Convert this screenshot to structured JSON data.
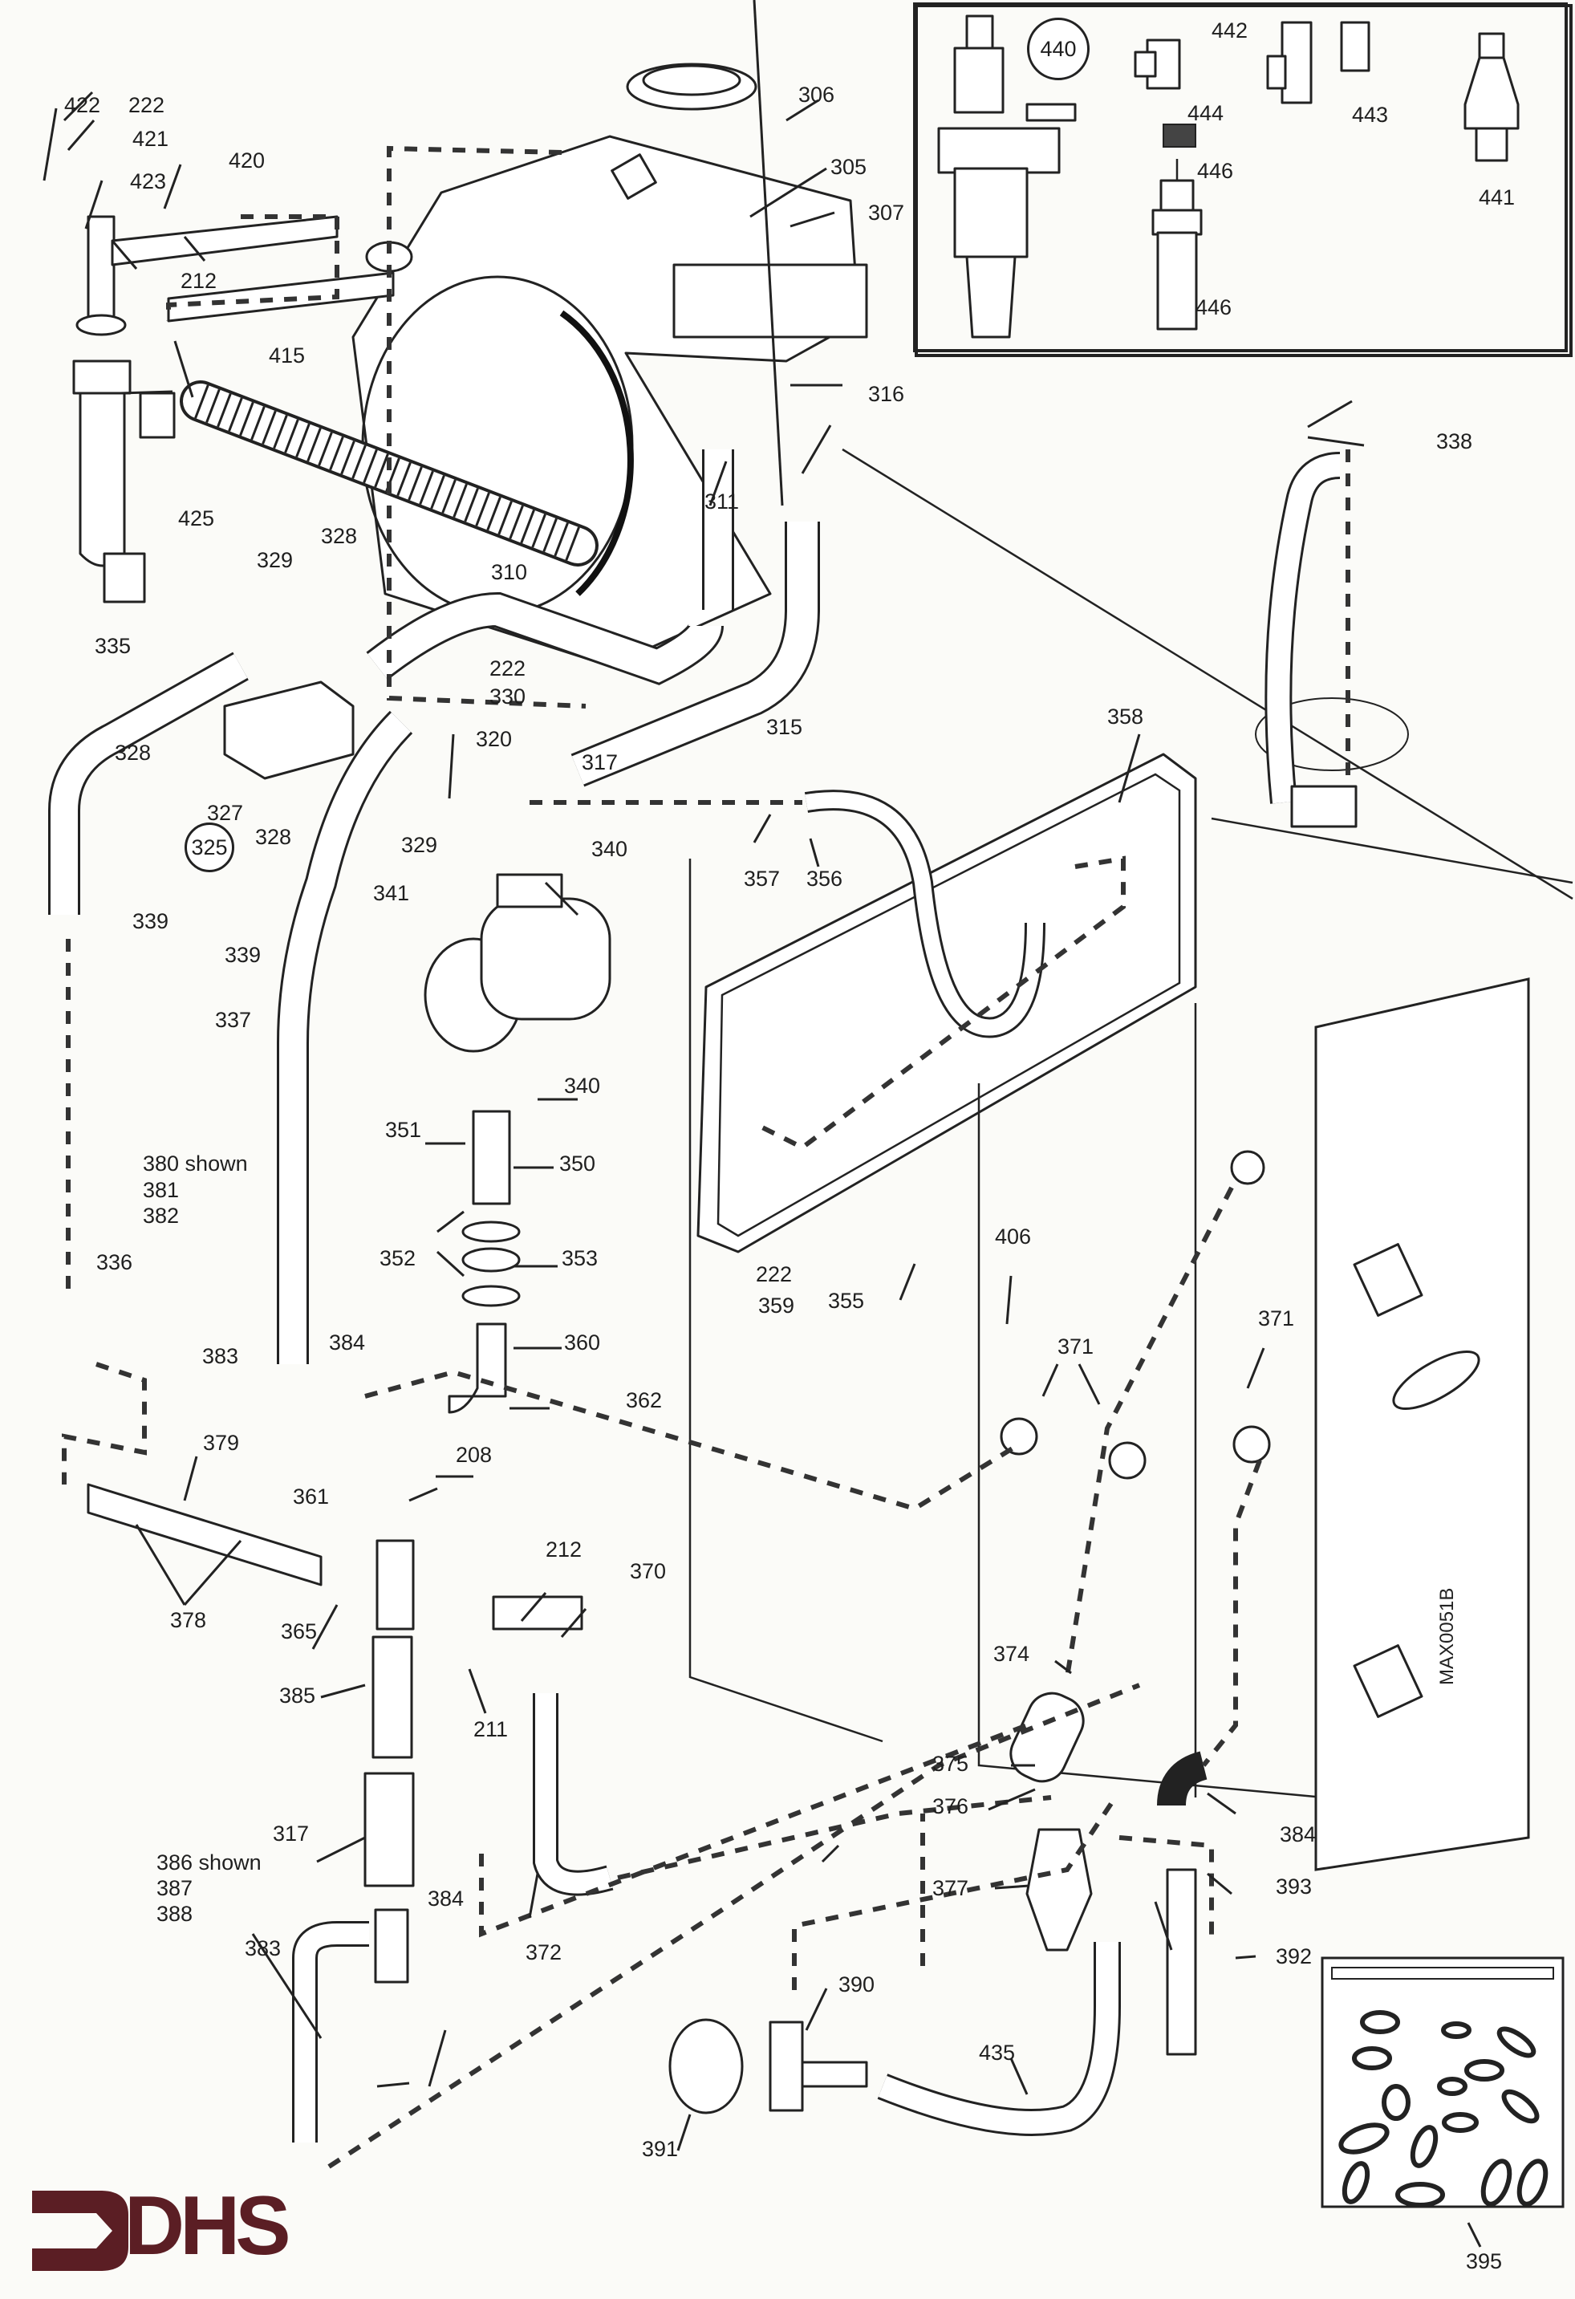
{
  "diagram": {
    "title": "Boiler hydraulic assembly exploded parts view",
    "drawing_code": "MAX0051B",
    "brand": {
      "name": "DHS",
      "color": "#5b1e24"
    },
    "assembly_callouts": [
      "440",
      "325"
    ],
    "labels": {
      "l422": "422",
      "l222a": "222",
      "l421": "421",
      "l423": "423",
      "l420": "420",
      "l212a": "212",
      "l415": "415",
      "l425": "425",
      "l306": "306",
      "l305": "305",
      "l307": "307",
      "l316": "316",
      "l311": "311",
      "l440": "440",
      "l442": "442",
      "l444": "444",
      "l443": "443",
      "l441": "441",
      "l446a": "446",
      "l446b": "446",
      "l338": "338",
      "l328a": "328",
      "l329a": "329",
      "l310": "310",
      "l222b": "222",
      "l330": "330",
      "l335": "335",
      "l315": "315",
      "l320": "320",
      "l317a": "317",
      "l328b": "328",
      "l327": "327",
      "l328c": "328",
      "l329b": "329",
      "l325": "325",
      "l339a": "339",
      "l339b": "339",
      "l358": "358",
      "l357": "357",
      "l356": "356",
      "l340a": "340",
      "l341": "341",
      "l337": "337",
      "l340b": "340",
      "l351": "351",
      "l350": "350",
      "l380": "380 shown",
      "l381": "381",
      "l382": "382",
      "l352": "352",
      "l353": "353",
      "l222c": "222",
      "l359": "359",
      "l355": "355",
      "l406": "406",
      "l336": "336",
      "l383a": "383",
      "l384a": "384",
      "l360": "360",
      "l362": "362",
      "l371a": "371",
      "l371b": "371",
      "l379": "379",
      "l208": "208",
      "l361": "361",
      "l212b": "212",
      "l370": "370",
      "l378": "378",
      "l365": "365",
      "l385": "385",
      "l211": "211",
      "l374": "374",
      "l375": "375",
      "l376": "376",
      "l384b": "384",
      "l377": "377",
      "l393": "393",
      "l317b": "317",
      "l372": "372",
      "l392": "392",
      "l386": "386 shown",
      "l387": "387",
      "l388": "388",
      "l384c": "384",
      "l383b": "383",
      "l390": "390",
      "l435": "435",
      "l391": "391",
      "l395": "395"
    }
  }
}
